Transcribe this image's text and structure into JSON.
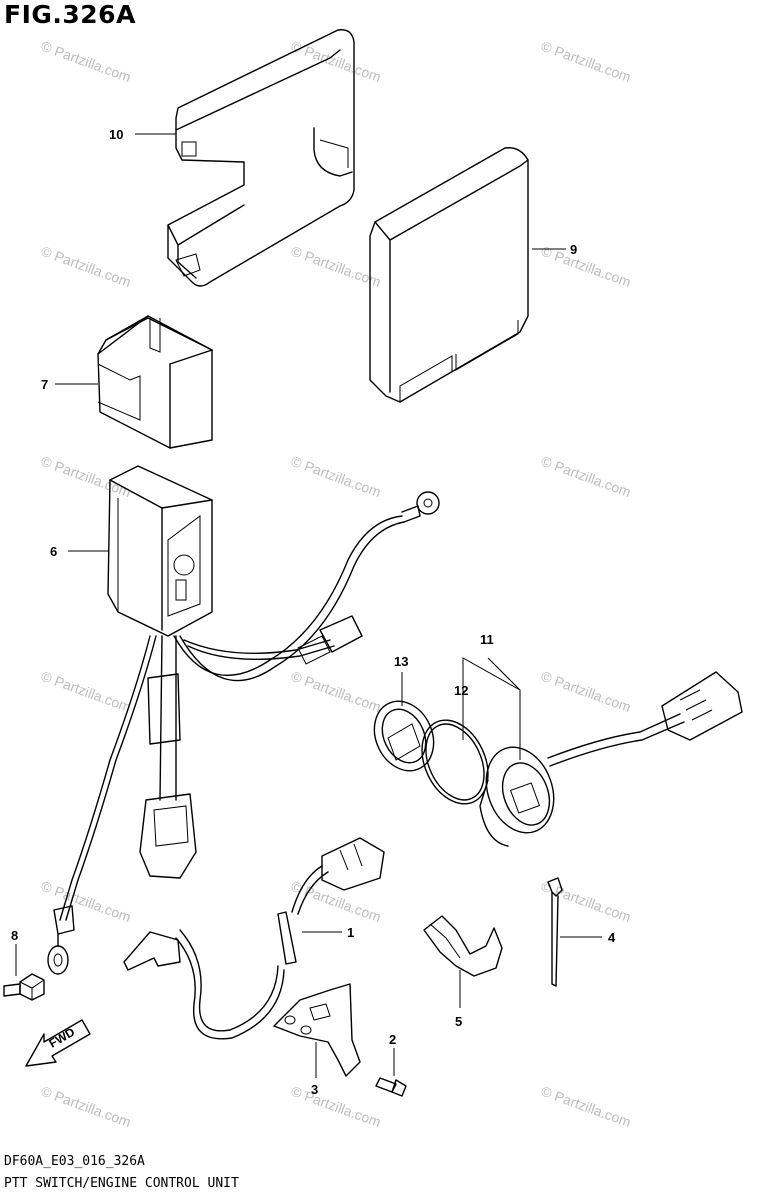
{
  "figure": {
    "title": "FIG.326A",
    "drawing_code": "DF60A_E03_016_326A",
    "caption": "PTT SWITCH/ENGINE CONTROL UNIT"
  },
  "watermark": "© Partzilla.com",
  "fwd_label": "FWD",
  "parts": [
    {
      "id": "p1",
      "number": "1"
    },
    {
      "id": "p2",
      "number": "2"
    },
    {
      "id": "p3",
      "number": "3"
    },
    {
      "id": "p4",
      "number": "4"
    },
    {
      "id": "p5",
      "number": "5"
    },
    {
      "id": "p6",
      "number": "6"
    },
    {
      "id": "p7",
      "number": "7"
    },
    {
      "id": "p8",
      "number": "8"
    },
    {
      "id": "p9",
      "number": "9"
    },
    {
      "id": "p10",
      "number": "10"
    },
    {
      "id": "p11",
      "number": "11"
    },
    {
      "id": "p12",
      "number": "12"
    },
    {
      "id": "p13",
      "number": "13"
    }
  ]
}
